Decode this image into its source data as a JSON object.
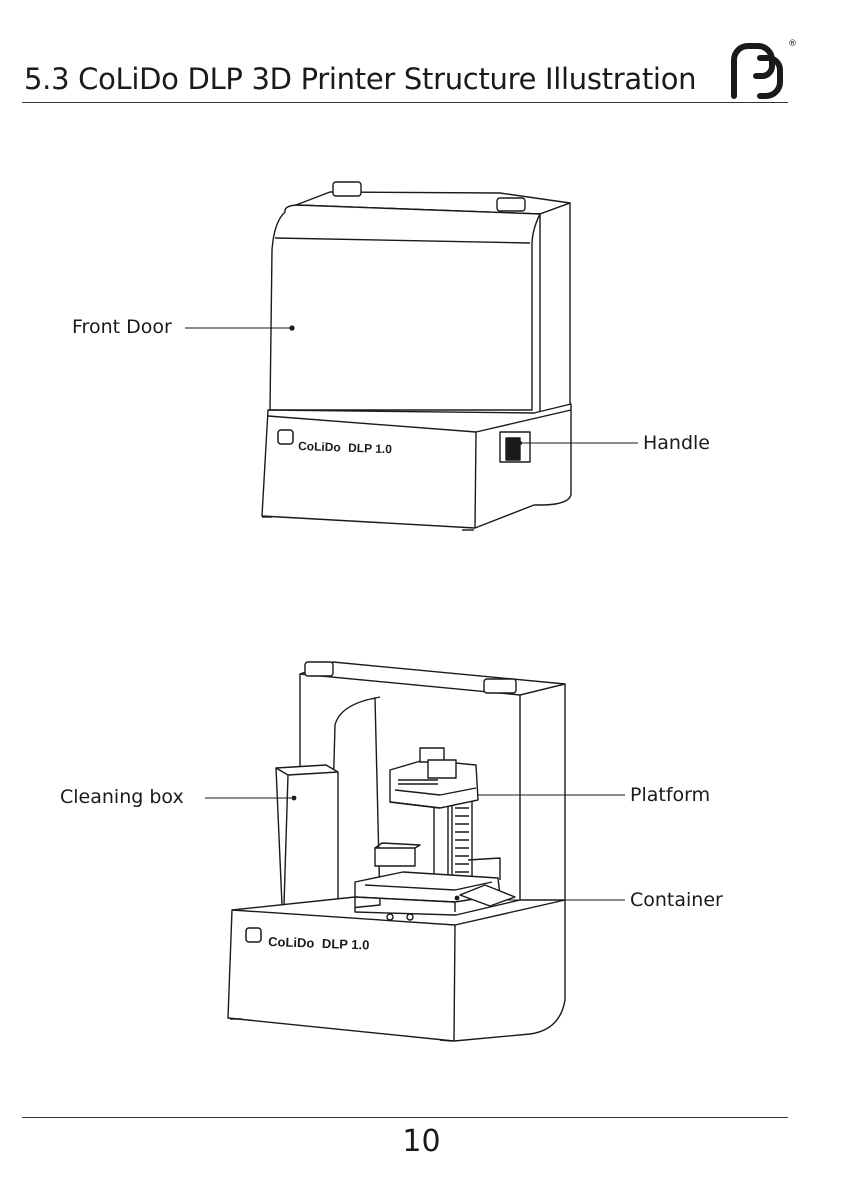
{
  "header": {
    "title": "5.3 CoLiDo DLP 3D Printer Structure Illustration",
    "registered_mark": "®"
  },
  "figure1": {
    "callouts": {
      "front_door": "Front Door",
      "handle": "Handle"
    },
    "brand_label": "CoLiDo",
    "model_label": "DLP 1.0"
  },
  "figure2": {
    "callouts": {
      "cleaning_box": "Cleaning box",
      "platform": "Platform",
      "container": "Container"
    },
    "brand_label": "CoLiDo",
    "model_label": "DLP 1.0"
  },
  "footer": {
    "page_number": "10"
  }
}
